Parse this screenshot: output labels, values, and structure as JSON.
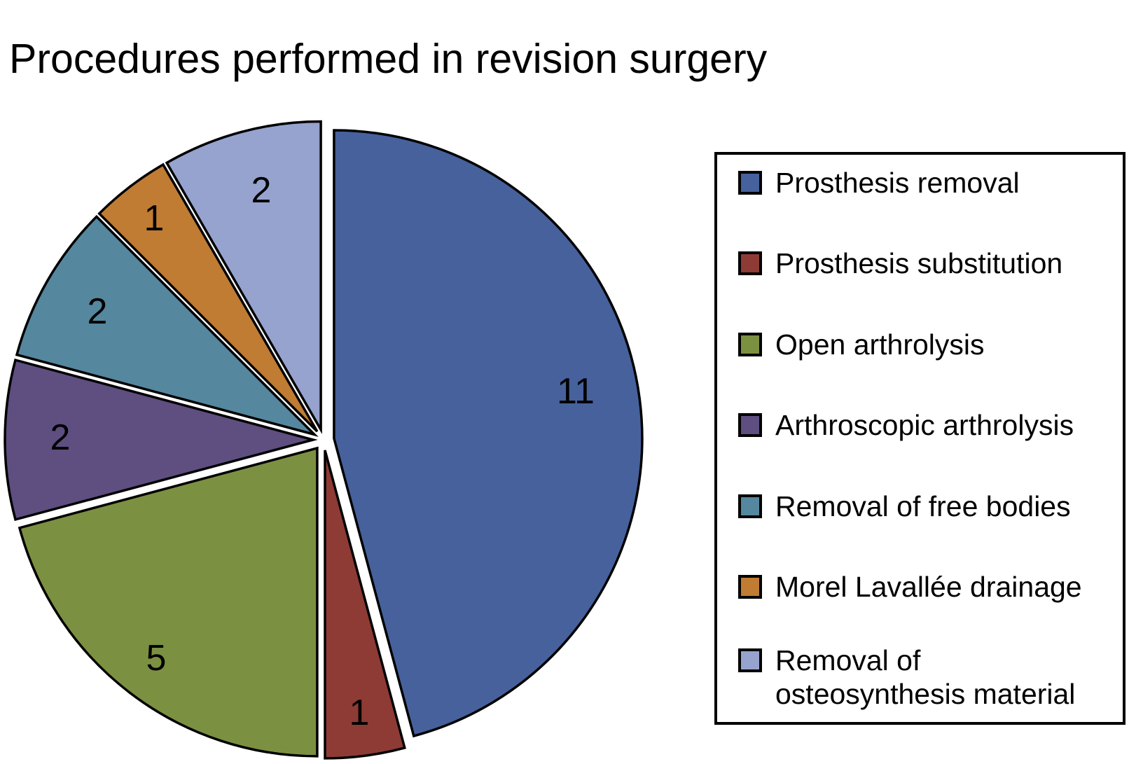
{
  "title": "Procedures performed in revision surgery",
  "chart_data": {
    "type": "pie",
    "title": "Procedures performed in revision surgery",
    "total": 24,
    "direction": "clockwise",
    "start_angle_deg": 0,
    "exploded": true,
    "grid": false,
    "legend_position": "right",
    "categories": [
      "Prosthesis removal",
      "Prosthesis substitution",
      "Open arthrolysis",
      "Arthroscopic arthrolysis",
      "Removal of free bodies",
      "Morel Lavallée drainage",
      "Removal of osteosynthesis material"
    ],
    "values": [
      11,
      1,
      5,
      2,
      2,
      1,
      2
    ],
    "data_labels": [
      "11",
      "1",
      "5",
      "2",
      "2",
      "1",
      "2"
    ],
    "slices": [
      {
        "label": "Prosthesis removal",
        "value": 11,
        "color": "#46619C"
      },
      {
        "label": "Prosthesis substitution",
        "value": 1,
        "color": "#8E3B35"
      },
      {
        "label": "Open arthrolysis",
        "value": 5,
        "color": "#7C9041"
      },
      {
        "label": "Arthroscopic arthrolysis",
        "value": 2,
        "color": "#5F4E80"
      },
      {
        "label": "Removal of free bodies",
        "value": 2,
        "color": "#55879F"
      },
      {
        "label": "Morel Lavallée drainage",
        "value": 1,
        "color": "#C07C33"
      },
      {
        "label": "Removal of osteosynthesis material",
        "value": 2,
        "color": "#96A3CE"
      }
    ],
    "outline_color": "#000000",
    "label_color": "#000000",
    "background_color": "#ffffff"
  }
}
